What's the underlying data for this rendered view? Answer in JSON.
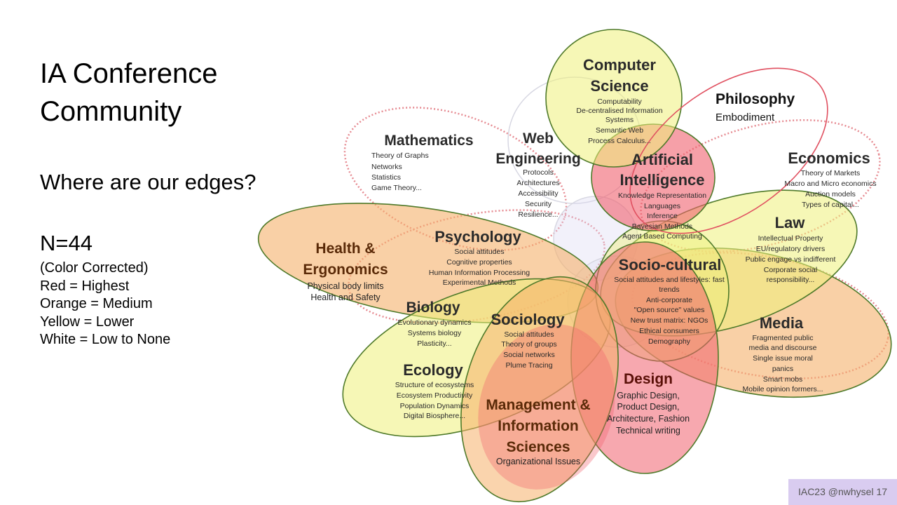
{
  "slide": {
    "title_line1": "IA Conference",
    "title_line2": "Community",
    "question": "Where are our edges?",
    "n": "N=44",
    "legend": [
      "(Color Corrected)",
      "Red = Highest",
      "Orange = Medium",
      "Yellow = Lower",
      "White = Low to None"
    ],
    "footer": "IAC23 @nwhysel 17"
  },
  "colors": {
    "red": "#f0606e",
    "orange": "#f5b06a",
    "yellow": "#eef07a",
    "white": "#ffffff",
    "outline": "#4f7a2a",
    "dotted": "#e2777f"
  },
  "diagram": {
    "domains": {
      "computer_science": {
        "title_1": "Computer",
        "title_2": "Science",
        "items": [
          "Computability",
          "De-centralised Information",
          "Systems",
          "Semantic Web",
          "Process Calculus..."
        ]
      },
      "philosophy": {
        "title": "Philosophy",
        "subtitle": "Embodiment"
      },
      "mathematics": {
        "title": "Mathematics",
        "items": [
          "Theory of Graphs",
          "Networks",
          "Statistics",
          "Game Theory..."
        ]
      },
      "web_engineering": {
        "title_1": "Web",
        "title_2": "Engineering",
        "items": [
          "Protocols",
          "Architectures",
          "Accessibility",
          "Security",
          "Resilience..."
        ]
      },
      "artificial_intelligence": {
        "title_1": "Artificial",
        "title_2": "Intelligence",
        "items": [
          "Knowledge Representation",
          "Languages",
          "Inference",
          "Bayesian Methods",
          "Agent Based Computing"
        ]
      },
      "economics": {
        "title": "Economics",
        "items": [
          "Theory of Markets",
          "Macro and Micro economics",
          "Auction models",
          "Types of capital..."
        ]
      },
      "law": {
        "title": "Law",
        "items": [
          "Intellectual Property",
          "EU/regulatory drivers",
          "Public engage vs indifferent",
          "Corporate social",
          "responsibility..."
        ]
      },
      "psychology": {
        "title": "Psychology",
        "items": [
          "Social attitudes",
          "Cognitive properties",
          "Human Information Processing",
          "Experimental Methods"
        ]
      },
      "health_ergonomics": {
        "title_1": "Health &",
        "title_2": "Ergonomics",
        "items": [
          "Physical body limits",
          "Health and Safety"
        ]
      },
      "socio_cultural": {
        "title": "Socio-cultural",
        "items": [
          "Social attitudes and lifestyles: fast",
          "trends",
          "Anti-corporate",
          "\"Open source\" values",
          "New trust matrix: NGOs",
          "Ethical consumers",
          "Demography"
        ]
      },
      "biology": {
        "title": "Biology",
        "items": [
          "Evolutionary dynamics",
          "Systems biology",
          "Plasticity..."
        ]
      },
      "sociology": {
        "title": "Sociology",
        "items": [
          "Social attitudes",
          "Theory of groups",
          "Social networks",
          "Plume Tracing"
        ]
      },
      "media": {
        "title": "Media",
        "items": [
          "Fragmented public",
          "media and discourse",
          "Single issue moral",
          "panics",
          "Smart mobs",
          "Mobile opinion formers..."
        ]
      },
      "ecology": {
        "title": "Ecology",
        "items": [
          "Structure of ecosystems",
          "Ecosystem Productivity",
          "Population Dynamics",
          "Digital Biosphere..."
        ]
      },
      "design": {
        "title": "Design",
        "items": [
          "Graphic Design,",
          "Product Design,",
          "Architecture, Fashion",
          "Technical writing"
        ]
      },
      "management": {
        "title_1": "Management &",
        "title_2": "Information",
        "title_3": "Sciences",
        "subtitle": "Organizational Issues"
      }
    }
  }
}
